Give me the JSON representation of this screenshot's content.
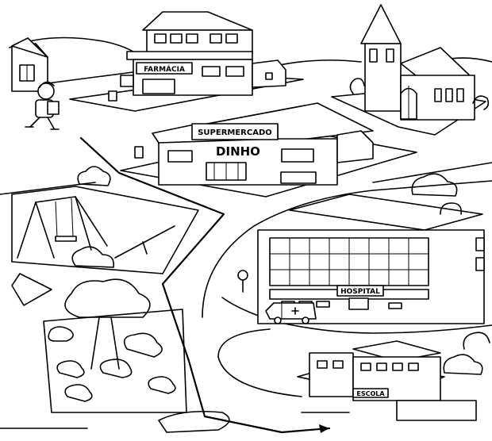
{
  "labels": {
    "pharmacy": "FARMÁCIA",
    "supermarket_line1": "SUPERMERCADO",
    "supermarket_line2": "DINHO",
    "hospital": "HOSPITAL",
    "school": "ESCOLA"
  },
  "colors": {
    "ink": "#000000",
    "paper": "#ffffff"
  }
}
